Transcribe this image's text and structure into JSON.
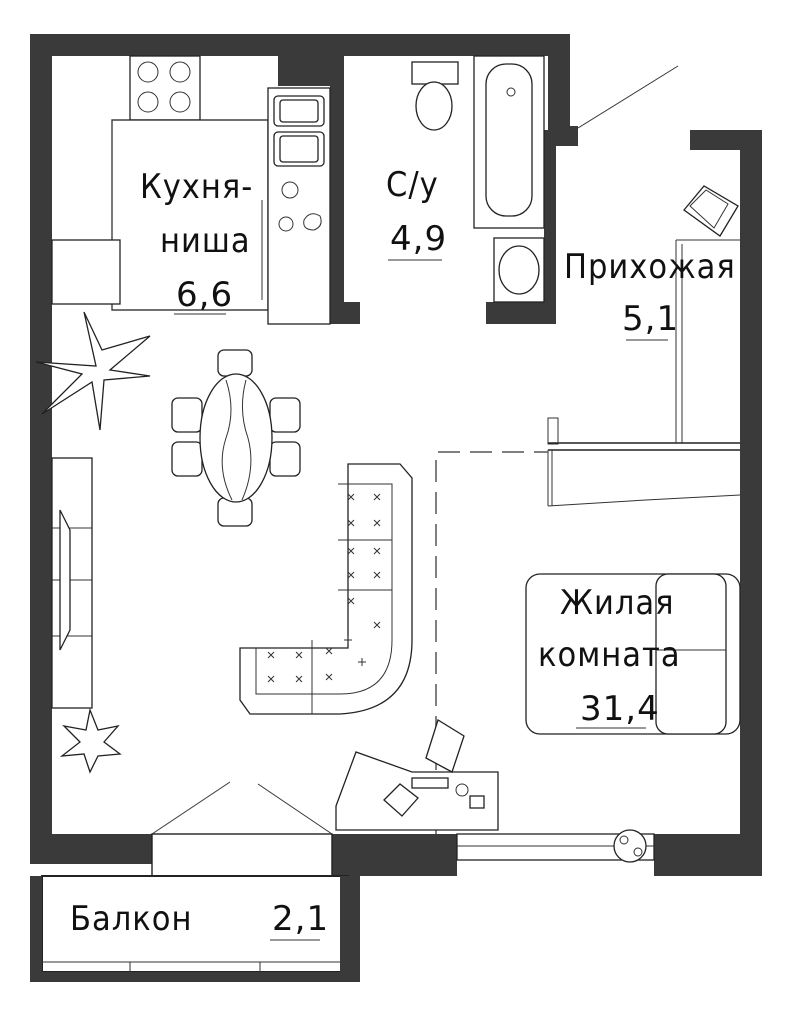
{
  "rooms": {
    "kitchen": {
      "name_line1": "Кухня-",
      "name_line2": "ниша",
      "area": "6,6"
    },
    "bathroom": {
      "name": "С/у",
      "area": "4,9"
    },
    "hallway": {
      "name": "Прихожая",
      "area": "5,1"
    },
    "living": {
      "name_line1": "Жилая",
      "name_line2": "комната",
      "area": "31,4"
    },
    "balcony": {
      "name": "Балкон",
      "area": "2,1"
    }
  }
}
